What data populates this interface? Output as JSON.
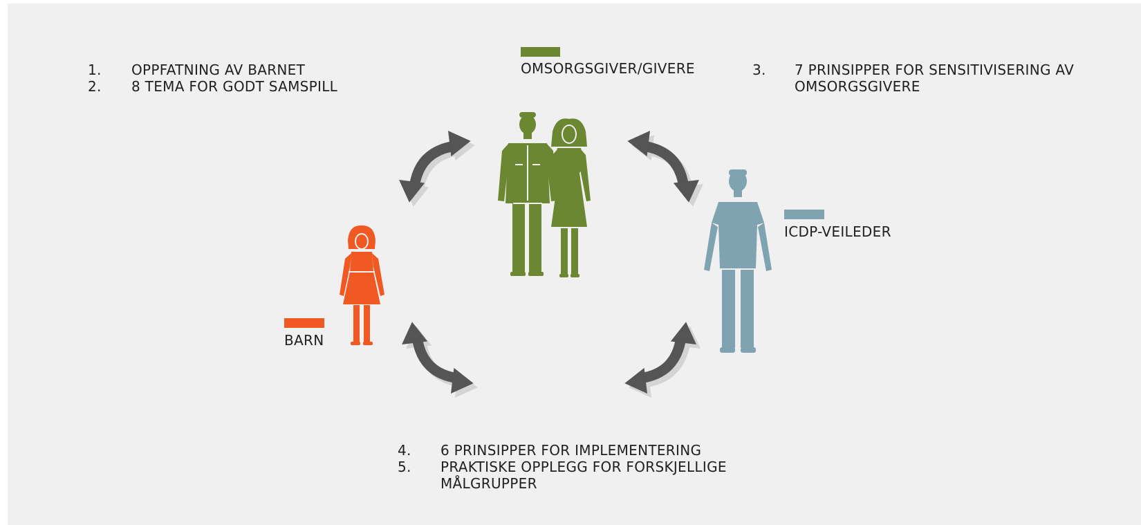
{
  "top_left_list": [
    {
      "num": "1.",
      "text": "OPPFATNING AV BARNET"
    },
    {
      "num": "2.",
      "text": "8 TEMA FOR GODT SAMSPILL"
    }
  ],
  "top_right_list": [
    {
      "num": "3.",
      "text": "7 PRINSIPPER FOR SENSITIVISERING AV",
      "text2": "OMSORGSGIVERE"
    }
  ],
  "bottom_list": [
    {
      "num": "4.",
      "text": "6 PRINSIPPER FOR IMPLEMENTERING"
    },
    {
      "num": "5.",
      "text": "PRAKTISKE OPPLEGG FOR FORSKJELLIGE",
      "text2": "MÅLGRUPPER"
    }
  ],
  "nodes": {
    "caregivers": {
      "label": "OMSORGSGIVER/GIVERE",
      "color": "#6b8731",
      "icon": "man-and-woman-icon"
    },
    "supervisor": {
      "label": "ICDP-VEILEDER",
      "color": "#7fa3b0",
      "icon": "man-icon"
    },
    "child": {
      "label": "BARN",
      "color": "#f05a22",
      "icon": "girl-icon"
    }
  },
  "arrow_color": "#555555",
  "arrow_shadow_color": "#d4d4d4"
}
